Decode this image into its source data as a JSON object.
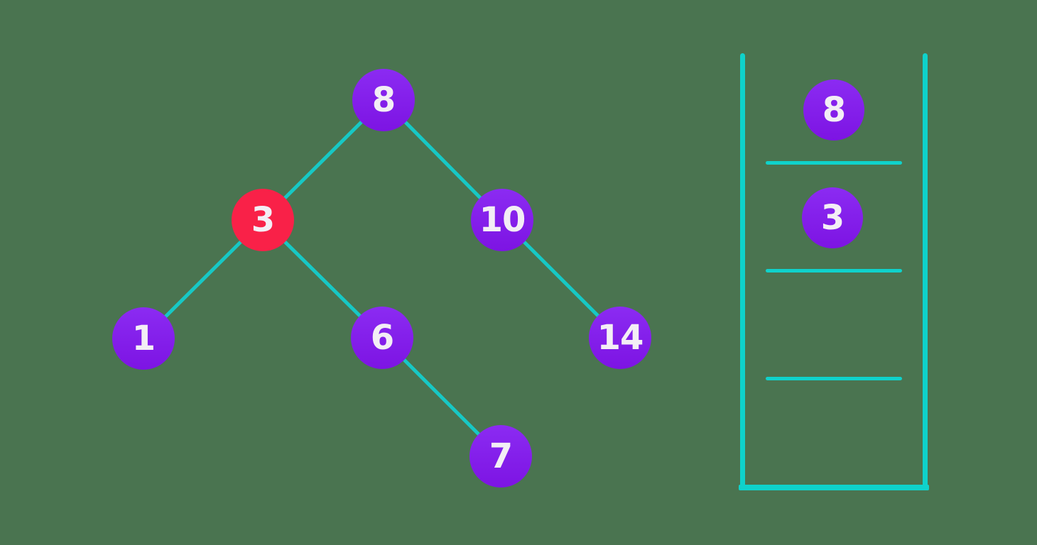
{
  "diagram": {
    "title": "binary-tree-traversal-with-stack",
    "tree": {
      "nodes": [
        {
          "value": "8",
          "state": "default"
        },
        {
          "value": "3",
          "state": "highlighted"
        },
        {
          "value": "10",
          "state": "default"
        },
        {
          "value": "1",
          "state": "default"
        },
        {
          "value": "6",
          "state": "default"
        },
        {
          "value": "14",
          "state": "default"
        },
        {
          "value": "7",
          "state": "default"
        }
      ],
      "edges": [
        {
          "from": "8",
          "to": "3"
        },
        {
          "from": "8",
          "to": "10"
        },
        {
          "from": "3",
          "to": "1"
        },
        {
          "from": "3",
          "to": "6"
        },
        {
          "from": "10",
          "to": "14"
        },
        {
          "from": "6",
          "to": "7"
        }
      ]
    },
    "stack": {
      "items": [
        {
          "value": "8",
          "slot": 1
        },
        {
          "value": "3",
          "slot": 2
        }
      ],
      "total_slots": 4,
      "empty_slots": 2
    },
    "colors": {
      "background": "#4a7450",
      "edge": "#17c8c5",
      "stack_frame": "#0fd2cb",
      "node_gradient_top": "#8b2bf2",
      "node_gradient_bottom": "#7d14e3",
      "highlight_node": "#f92148",
      "node_text": "#f3eef5"
    }
  }
}
